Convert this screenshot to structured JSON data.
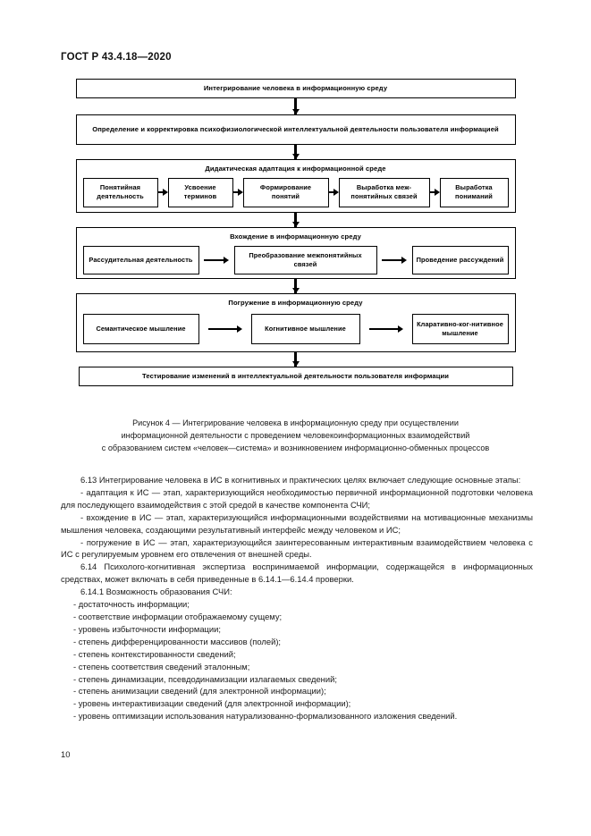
{
  "header": {
    "standard": "ГОСТ Р 43.4.18—2020"
  },
  "figure": {
    "levels": [
      {
        "kind": "band",
        "name": "integration-band",
        "text": "Интегрирование человека в информационную среду"
      },
      {
        "kind": "band",
        "name": "determination-band",
        "text": "Определение и корректировка психофизиологической интеллектуальной деятельности пользователя информацией"
      },
      {
        "kind": "group",
        "name": "didactic-adaptation-group",
        "title": "Дидактическая адаптация к информационной среде",
        "nodes": [
          "Понятийная деятельность",
          "Усвоение терминов",
          "Формирование понятий",
          "Выработка меж-понятийных связей",
          "Выработка пониманий"
        ]
      },
      {
        "kind": "group",
        "name": "entering-environment-group",
        "title": "Вхождение в информационную среду",
        "nodes": [
          "Рассудительная деятельность",
          "Преобразование межпонятийных связей",
          "Проведение рассуждений"
        ]
      },
      {
        "kind": "group",
        "name": "immersion-environment-group",
        "title": "Погружение в информационную среду",
        "nodes": [
          "Семантическое мышление",
          "Когнитивное мышление",
          "Кларативно-ког-нитивное мышление"
        ]
      },
      {
        "kind": "band",
        "name": "testing-band",
        "text": "Тестирование изменений в интеллектуальной деятельности пользователя информации"
      }
    ],
    "caption": [
      "Рисунок 4 — Интегрирование человека в информационную среду при осуществлении",
      "информационной деятельности с проведением человекоинформационных взаимодействий",
      "с образованием систем «человек—система» и возникновением информационно-обменных процессов"
    ]
  },
  "body": {
    "paragraphs": [
      "6.13 Интегрирование человека в ИС в когнитивных и практических целях включает следующие основные этапы:",
      "- адаптация к ИС — этап, характеризующийся необходимостью первичной информационной подготовки человека для последующего взаимодействия с этой средой в качестве компонента СЧИ;",
      "- вхождение в ИС — этап, характеризующийся информационными воздействиями на мотивационные механизмы мышления человека, создающими результативный интерфейс между человеком и ИС;",
      "- погружение в ИС — этап, характеризующийся заинтересованным интерактивным взаимодействием человека с ИС с регулируемым уровнем его отвлечения от внешней среды.",
      "6.14 Психолого-когнитивная экспертиза воспринимаемой информации, содержащейся в информационных средствах, может включать в себя приведенные в 6.14.1—6.14.4 проверки.",
      "6.14.1 Возможность образования СЧИ:"
    ],
    "checks": [
      "- достаточность информации;",
      "- соответствие информации отображаемому сущему;",
      "- уровень избыточности информации;",
      "- степень дифференцированности массивов (полей);",
      "- степень контекстированности сведений;",
      "- степень соответствия сведений эталонным;",
      "- степень динамизации, псевдодинамизации излагаемых сведений;",
      "- степень анимизации сведений (для электронной информации);",
      "- уровень интерактивизации сведений (для электронной информации);",
      "- уровень оптимизации использования натурализованно-формализованного изложения сведений."
    ]
  },
  "folio": {
    "page_number": "10"
  }
}
